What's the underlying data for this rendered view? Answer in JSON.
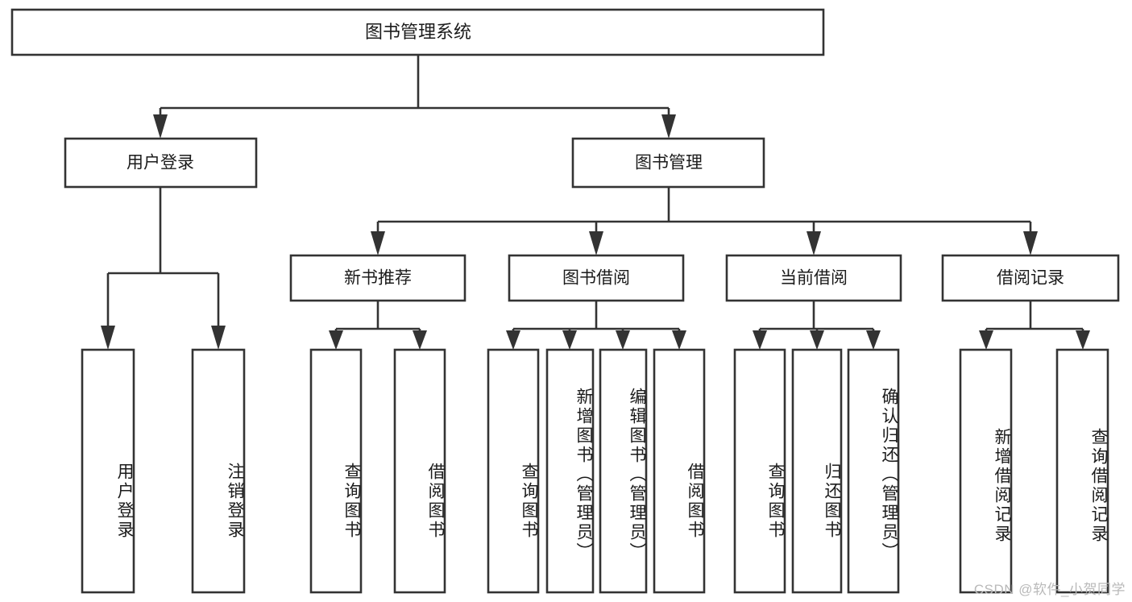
{
  "diagram": {
    "type": "tree-hierarchy",
    "title": "图书管理系统",
    "watermark": "CSDN @软件_小贺同学",
    "colors": {
      "background": "#ffffff",
      "stroke": "#333333",
      "node_fill": "#ffffff",
      "text": "#1b1b1b",
      "watermark": "#b9b9b9"
    },
    "levels": {
      "root": {
        "id": "root",
        "label": "图书管理系统",
        "orientation": "horizontal"
      },
      "level2": [
        {
          "id": "user-login",
          "label": "用户登录",
          "orientation": "horizontal"
        },
        {
          "id": "book-management",
          "label": "图书管理",
          "orientation": "horizontal"
        }
      ],
      "level3": [
        {
          "id": "new-book-recommend",
          "label": "新书推荐",
          "orientation": "horizontal"
        },
        {
          "id": "book-borrow",
          "label": "图书借阅",
          "orientation": "horizontal"
        },
        {
          "id": "current-borrow",
          "label": "当前借阅",
          "orientation": "horizontal"
        },
        {
          "id": "borrow-record",
          "label": "借阅记录",
          "orientation": "horizontal"
        }
      ],
      "leaves": {
        "user-login": [
          {
            "id": "leaf-user-login",
            "label": "用户登录",
            "orientation": "vertical"
          },
          {
            "id": "leaf-logout-login",
            "label": "注销登录",
            "orientation": "vertical"
          }
        ],
        "new-book-recommend": [
          {
            "id": "leaf-query-book-1",
            "label": "查询图书",
            "orientation": "vertical"
          },
          {
            "id": "leaf-borrow-book-1",
            "label": "借阅图书",
            "orientation": "vertical"
          }
        ],
        "book-borrow": [
          {
            "id": "leaf-query-book-2",
            "label": "查询图书",
            "orientation": "vertical"
          },
          {
            "id": "leaf-add-book",
            "label": "新增图书（管理员）",
            "orientation": "vertical"
          },
          {
            "id": "leaf-edit-book",
            "label": "编辑图书（管理员）",
            "orientation": "vertical"
          },
          {
            "id": "leaf-borrow-book-2",
            "label": "借阅图书",
            "orientation": "vertical"
          }
        ],
        "current-borrow": [
          {
            "id": "leaf-query-book-3",
            "label": "查询图书",
            "orientation": "vertical"
          },
          {
            "id": "leaf-return-book",
            "label": "归还图书",
            "orientation": "vertical"
          },
          {
            "id": "leaf-confirm-return",
            "label": "确认归还（管理员）",
            "orientation": "vertical"
          }
        ],
        "borrow-record": [
          {
            "id": "leaf-add-record",
            "label": "新增借阅记录",
            "orientation": "vertical"
          },
          {
            "id": "leaf-query-record",
            "label": "查询借阅记录",
            "orientation": "vertical"
          }
        ]
      }
    }
  }
}
